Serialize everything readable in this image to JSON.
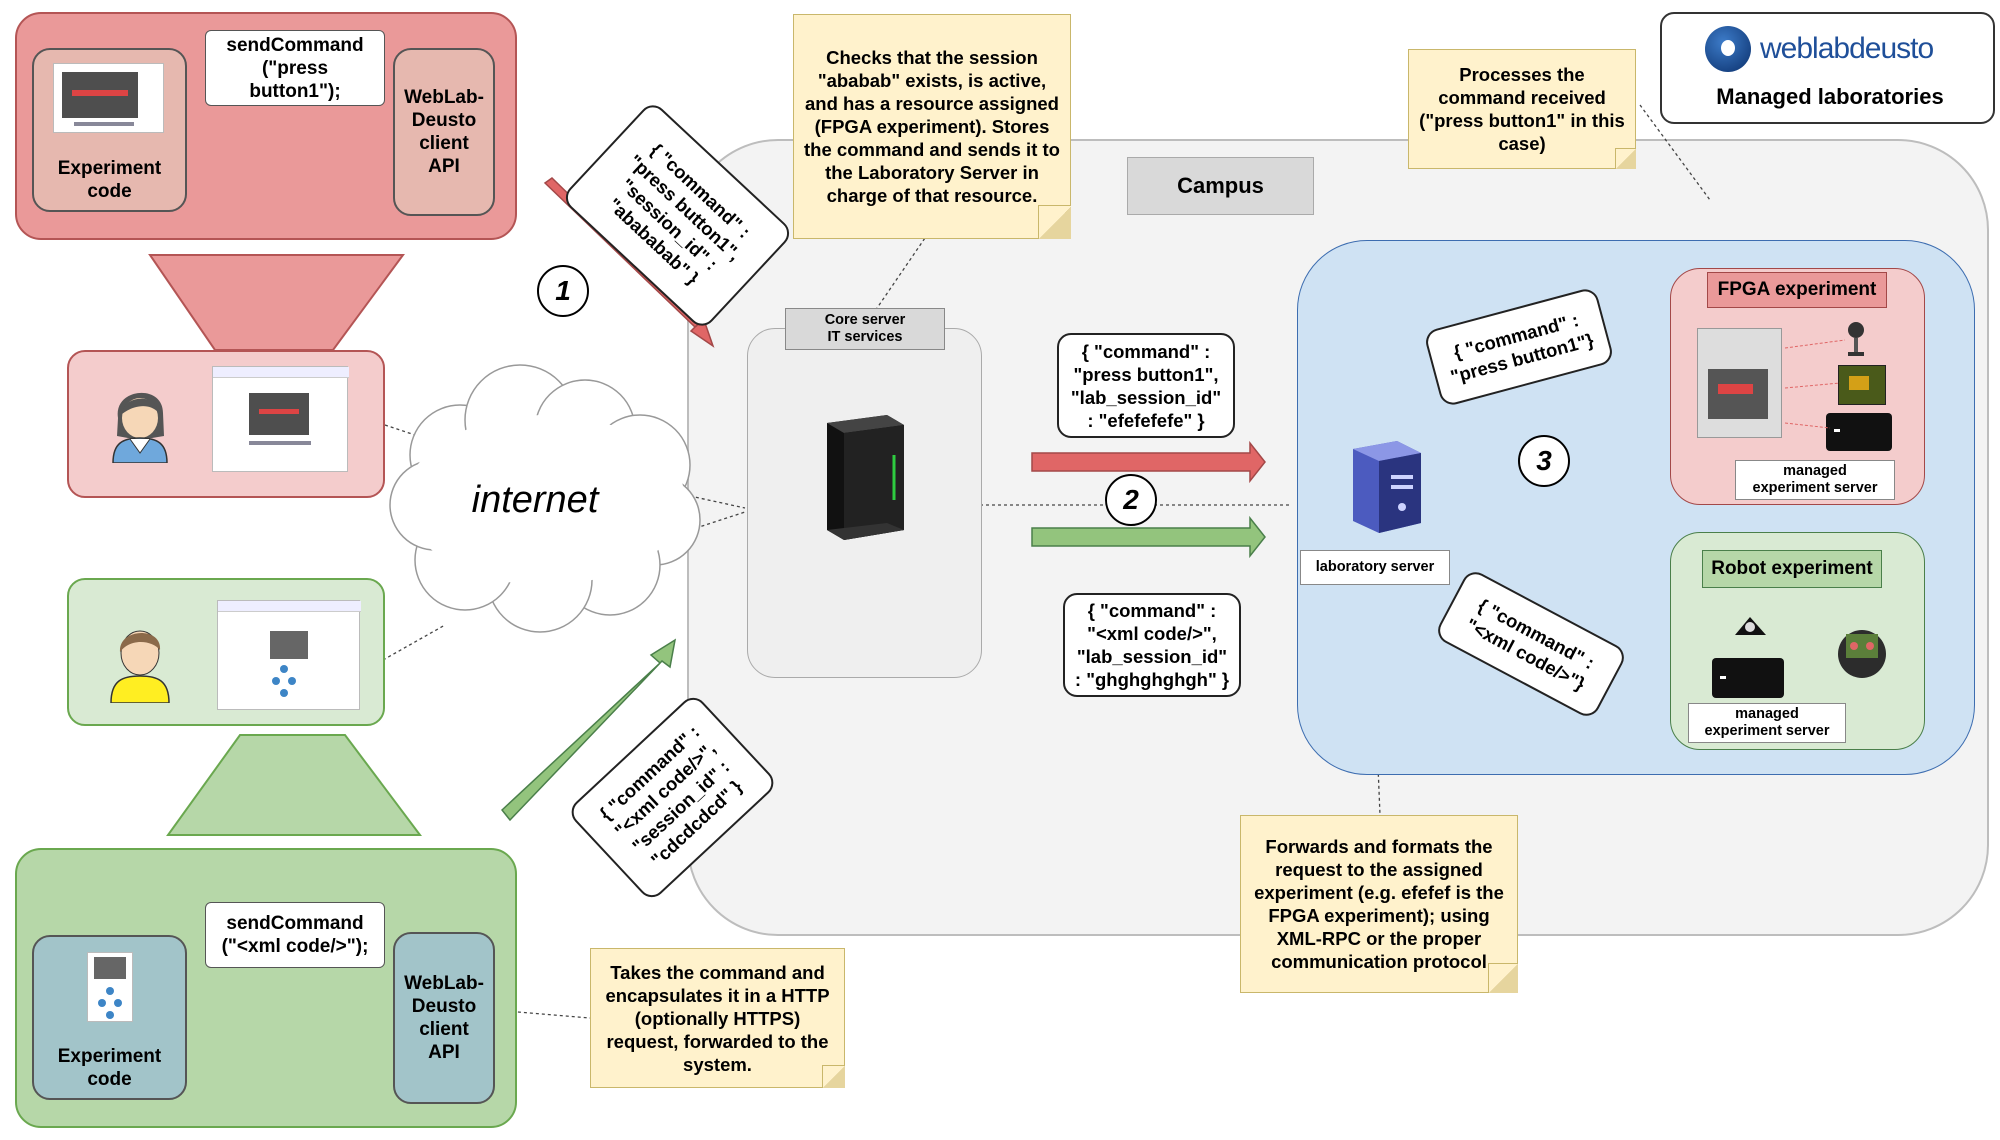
{
  "logo": {
    "brand": "weblabdeusto",
    "caption": "Managed laboratories"
  },
  "campus_label": "Campus",
  "internet_label": "internet",
  "top_client": {
    "code_box": "Experiment\ncode",
    "send_command": "sendCommand\n(\"press\nbutton1\");",
    "api_box": "WebLab-\nDeusto\nclient\nAPI"
  },
  "bottom_client": {
    "code_box": "Experiment\ncode",
    "send_command": "sendCommand\n(\"<xml code/>\");",
    "api_box": "WebLab-\nDeusto\nclient\nAPI"
  },
  "core_server": {
    "label": "Core server\nIT services"
  },
  "laboratory_server": {
    "label": "laboratory server"
  },
  "fpga": {
    "title": "FPGA experiment",
    "server_label": "managed\nexperiment server"
  },
  "robot": {
    "title": "Robot experiment",
    "server_label": "managed\nexperiment server"
  },
  "step_numbers": [
    "1",
    "2",
    "3"
  ],
  "messages": {
    "step1": "{ \"command\" :\n\"press button1\",\n\"session_id\" :\n\"abababab\" }",
    "step1_green": "{ \"command\" :\n\"<xml code/>\",\n\"session_id\" :\n\"cdcdcdcd\" }",
    "step2_red": "{ \"command\" :\n\"press button1\",\n\"lab_session_id\"\n: \"efefefefe\" }",
    "step2_green": "{ \"command\" :\n\"<xml code/>\",\n\"lab_session_id\"\n: \"ghghghghgh\" }",
    "step3_red": "{ \"command\" :\n\"press button1\"}",
    "step3_green": "{ \"command\" :\n\"<xml code/>\"}"
  },
  "notes": {
    "core": "Checks that the session\n\"ababab\" exists, is active,\nand has a resource assigned\n(FPGA experiment). Stores\nthe command and sends it to\nthe Laboratory Server in\ncharge of that resource.",
    "processes": "Processes the\ncommand received\n(\"press button1\" in this\ncase)",
    "forwards": "Forwards and formats the\nrequest to the assigned\nexperiment (e.g. efefef is the\nFPGA experiment); using\nXML-RPC or the proper\ncommunication protocol",
    "takes": "Takes the command and\nencapsulates it in a HTTP\n(optionally HTTPS)\nrequest, forwarded to the\nsystem."
  },
  "colors": {
    "red_arrow": "#e06666",
    "green_arrow": "#93c47d",
    "campus_bg": "#f3f3f3",
    "lab_bg": "#cfe2f3",
    "note_bg": "#fff2cc"
  }
}
